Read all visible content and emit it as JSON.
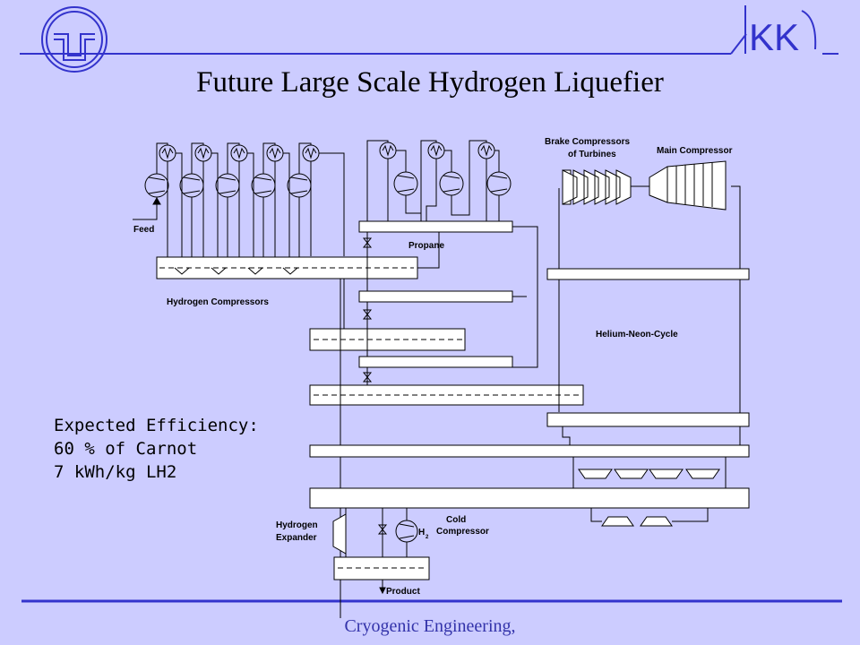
{
  "slide": {
    "title": "Future Large Scale Hydrogen Liquefier",
    "footer": "Cryogenic Engineering,",
    "logo_text": "KK",
    "accent_color": "#0000cc",
    "background_color": "#ccccff"
  },
  "efficiency": {
    "line1": "Expected Efficiency:",
    "line2": "60 % of Carnot",
    "line3": "7 kWh/kg LH2"
  },
  "diagram": {
    "labels": {
      "brake": "Brake Compressors",
      "brake2": "of Turbines",
      "main": "Main Compressor",
      "feed": "Feed",
      "propane": "Propane",
      "hcomp": "Hydrogen Compressors",
      "heneon": "Helium-Neon-Cycle",
      "expander1": "Hydrogen",
      "expander2": "Expander",
      "cold1": "Cold",
      "cold2": "Compressor",
      "h2": "H",
      "h2sub": "2",
      "product": "Product"
    }
  }
}
